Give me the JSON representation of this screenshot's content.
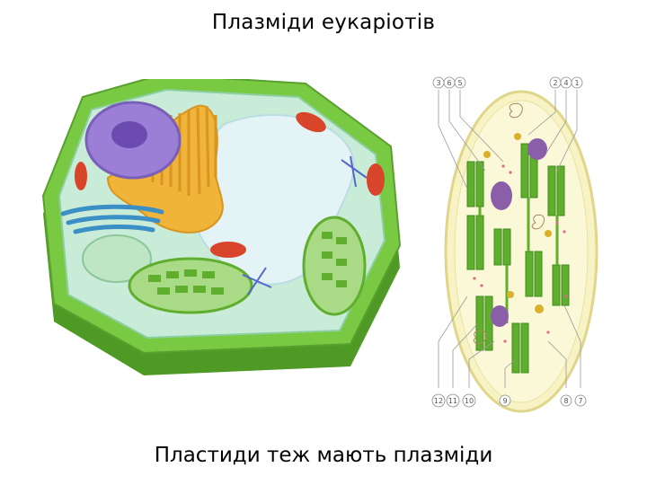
{
  "header": {
    "title": "Плазміди еукаріотів"
  },
  "footer": {
    "caption": "Пластиди теж мають плазміди"
  },
  "chloroplast": {
    "top_labels": [
      "3",
      "6",
      "5",
      "2",
      "4",
      "1"
    ],
    "bottom_labels": [
      "12",
      "11",
      "10",
      "9",
      "8",
      "7"
    ]
  },
  "colors": {
    "cell_wall": "#7ac943",
    "cell_wall_dark": "#4e9a25",
    "cytoplasm": "#c9ecd9",
    "vacuole": "#e4f3f5",
    "nucleus": "#9b7fd6",
    "golgi": "#3a8fc4",
    "er": "#f0b43a",
    "mitochondrion": "#d9452b",
    "chloroplast_body": "#f7f3c4",
    "thylakoid": "#5fae2d"
  }
}
